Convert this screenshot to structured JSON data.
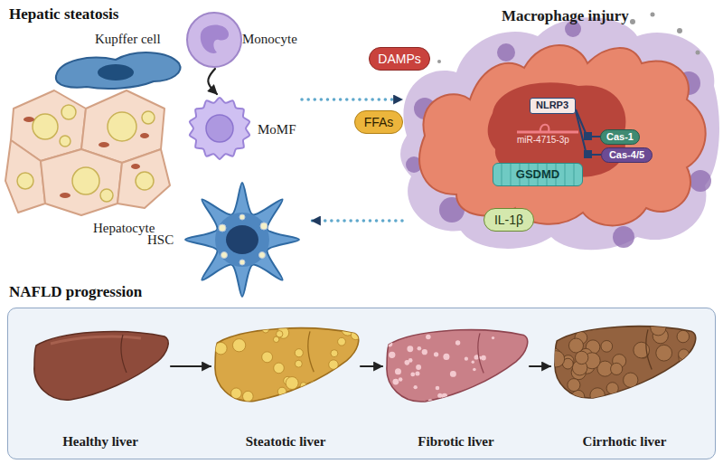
{
  "diagram": {
    "nodes": [
      {
        "text": [
          "Kupffer cell"
        ]
      },
      {
        "text": [
          "Monocyte"
        ]
      },
      {
        "text": [
          "MoMF"
        ]
      },
      {
        "text": [
          "Hepatocyte"
        ]
      },
      {
        "text": [
          "HSC"
        ]
      },
      {
        "text": [
          "DAMPs"
        ]
      },
      {
        "text": [
          "FFAs"
        ]
      },
      {
        "text": [
          "Macrophage injury"
        ]
      },
      {
        "text": [
          "NLRP3"
        ],
        "in": 7
      },
      {
        "text": [
          "Cas-1"
        ],
        "in": 7
      },
      {
        "text": [
          "Cas-4/5"
        ],
        "in": 7
      },
      {
        "text": [
          "GSDMD"
        ],
        "in": 7
      },
      {
        "text": [
          "IL-1β"
        ]
      },
      {
        "text": [
          "NAFLD progression"
        ]
      },
      {
        "text": [
          "Healthy liver"
        ],
        "in": 13
      },
      {
        "text": [
          "Steatotic liver"
        ],
        "in": 13
      },
      {
        "text": [
          "Fibrotic liver"
        ],
        "in": 13
      },
      {
        "text": [
          "Cirrhotic liver"
        ],
        "in": 13
      }
    ],
    "edges": [
      {
        "from": 1,
        "to": 2,
        "arrow": "to"
      },
      {
        "from": 2,
        "to": 7,
        "arrow": "to"
      },
      {
        "from": 7,
        "to": 4,
        "arrow": "to"
      },
      {
        "from": 14,
        "to": 15,
        "arrow": "to"
      },
      {
        "from": 15,
        "to": 16,
        "arrow": "to"
      },
      {
        "from": 16,
        "to": 17,
        "arrow": "to"
      }
    ],
    "labels": [
      "Hepatic steatosis",
      "miR-4715-3p"
    ]
  }
}
